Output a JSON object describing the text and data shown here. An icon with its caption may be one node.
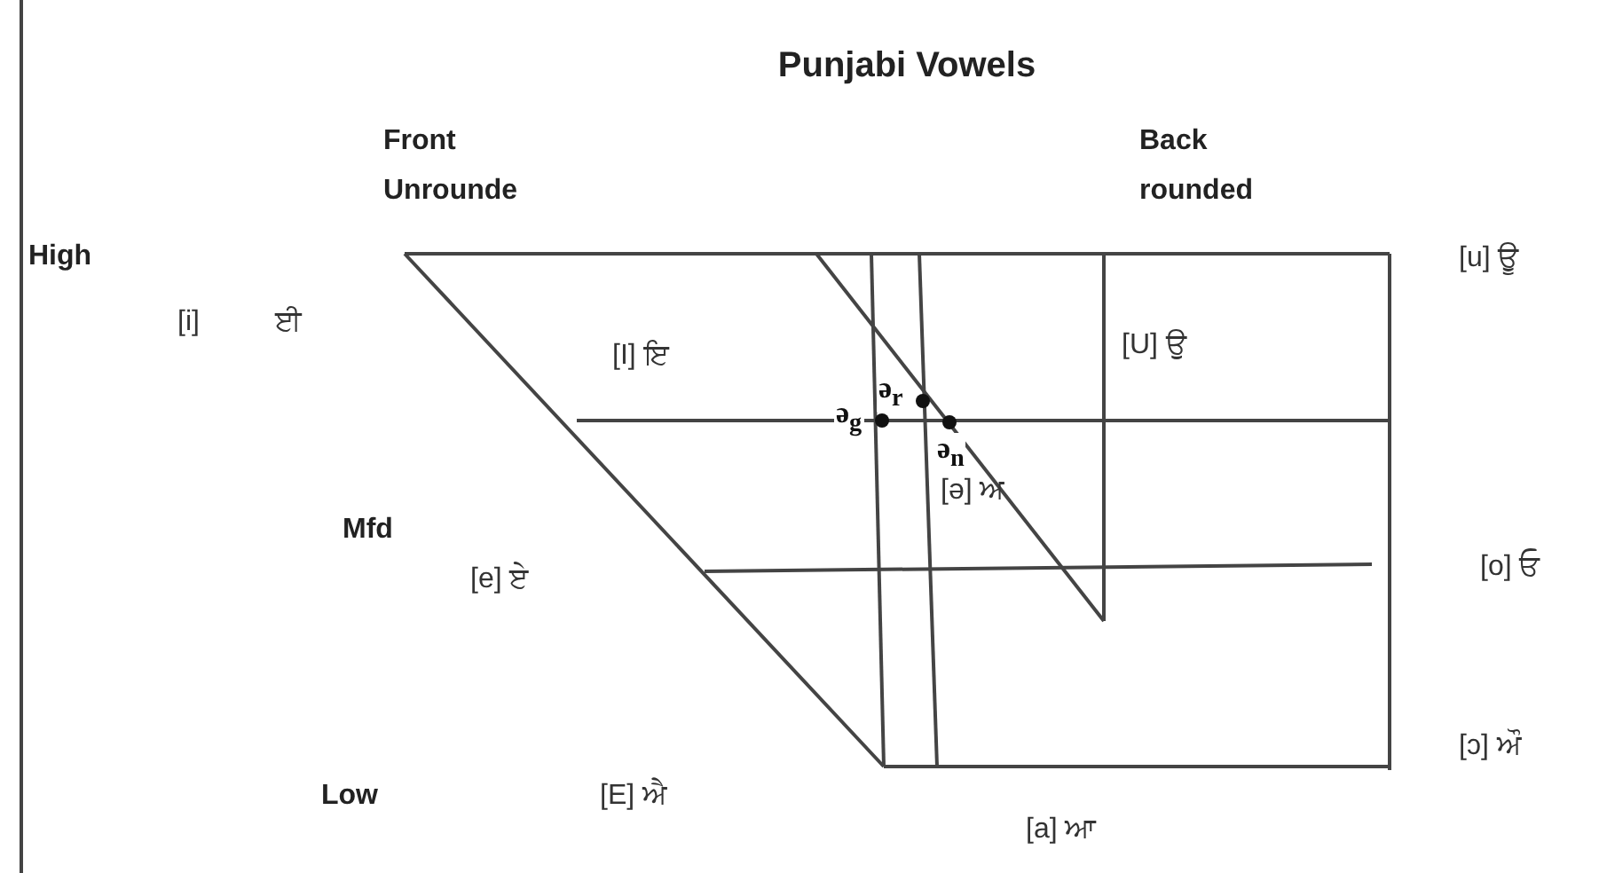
{
  "diagram": {
    "title": "Punjabi Vowels",
    "labels": [
      "Front Unrounde",
      "Back rounded",
      "High",
      "[u] ਊ",
      "[i]",
      "ਈ",
      "[I] ਇ",
      "[U] ਉ",
      "ə$_{r}$",
      "ə$_{g}$",
      "ə$_{n}$",
      "[ə] ਅ",
      "Mfd",
      "[e] ਏ",
      "[o] ਓ",
      "[ɔ] ਔ",
      "Low",
      "[E] ਐ",
      "[a] ਆ"
    ]
  }
}
